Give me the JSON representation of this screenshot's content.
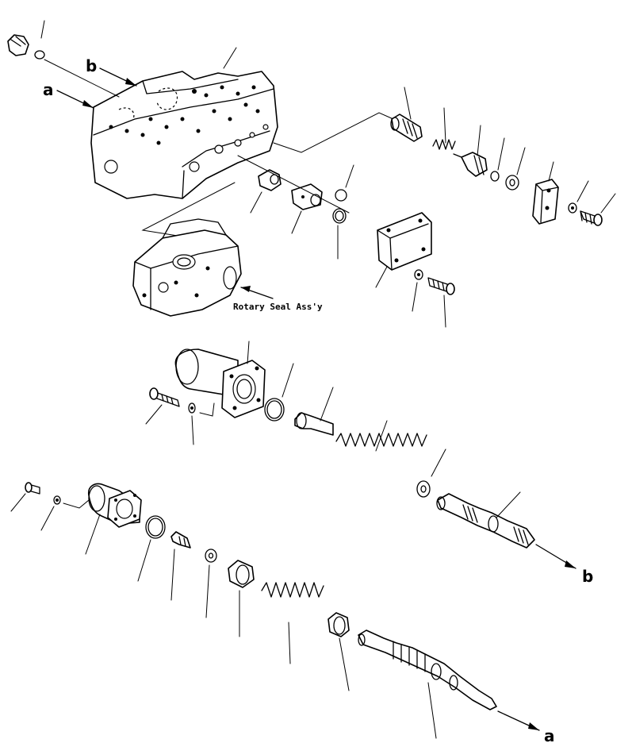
{
  "labels": {
    "a_top": "a",
    "b_top": "b",
    "b_right": "b",
    "a_bottom": "a",
    "rotary_seal": "Rotary Seal Ass'y"
  }
}
